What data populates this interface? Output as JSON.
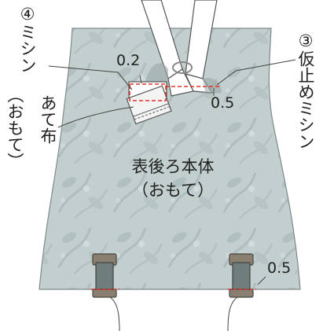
{
  "labels": {
    "step4": "④ミシン",
    "step3": "③仮止めミシン",
    "patch": "あて布",
    "patch_side": "（おもて）",
    "body_title": "表後ろ本体",
    "body_side": "（おもて）",
    "dim_top_left": "0.2",
    "dim_top_right": "0.5",
    "dim_bottom_right": "0.5"
  },
  "colors": {
    "fabric": "#bfcccc",
    "fabric_pattern": "#a9b8b8",
    "strap": "#ffffff",
    "stitch": "#e0322c",
    "buckle": "#8a8072",
    "buckle_inner": "#6f7d7d",
    "text": "#1f1f1f"
  }
}
